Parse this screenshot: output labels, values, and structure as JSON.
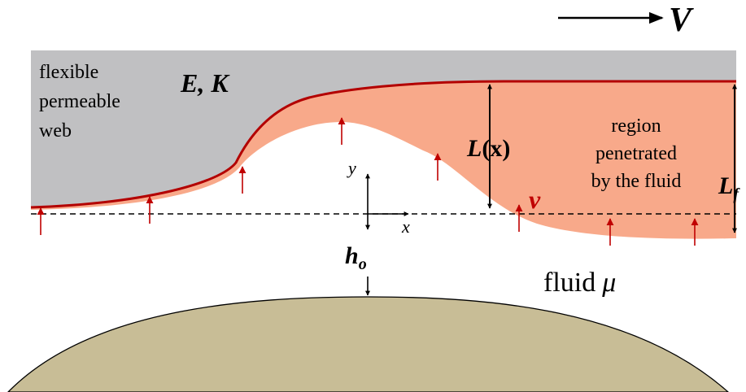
{
  "labels": {
    "velocity": "V",
    "web_line1": "flexible",
    "web_line2": "permeable",
    "web_line3": "web",
    "material": "E, K",
    "thickness_local_main": "L",
    "thickness_local_paren": "(x)",
    "region_line1": "region",
    "region_line2": "penetrated",
    "region_line3": "by the fluid",
    "thickness_full_main": "L",
    "thickness_full_sub": "f",
    "flow_velocity": "v",
    "axis_y": "y",
    "axis_x": "x",
    "gap_main": "h",
    "gap_sub": "o",
    "fluid_word": "fluid",
    "fluid_symbol": "μ"
  },
  "colors": {
    "web": "#c0c0c2",
    "penetrated_region": "#f8a98a",
    "web_surface_line": "#b30000",
    "flow_arrow": "#c00000",
    "ground": "#c8bd96",
    "ink": "#000000"
  }
}
